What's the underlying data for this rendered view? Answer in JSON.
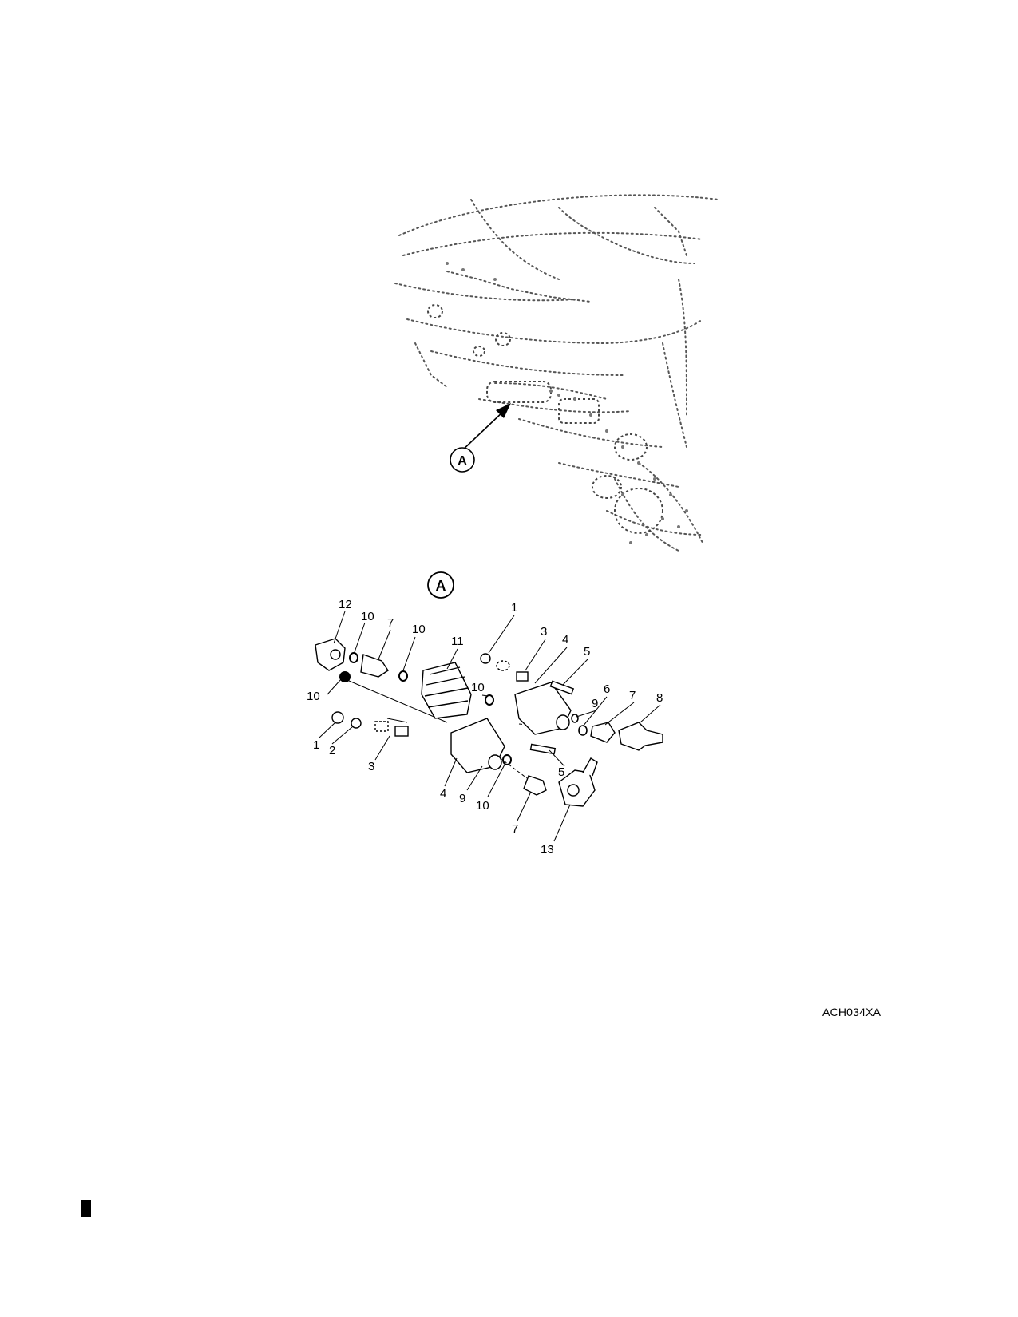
{
  "figure": {
    "id": "ACH034XA",
    "view_label": "A",
    "callouts": [
      "1",
      "2",
      "3",
      "4",
      "5",
      "6",
      "7",
      "8",
      "9",
      "10",
      "11",
      "12",
      "13"
    ]
  },
  "colors": {
    "ink": "#000000",
    "paper": "#ffffff",
    "shade": "#9a9a9a"
  }
}
